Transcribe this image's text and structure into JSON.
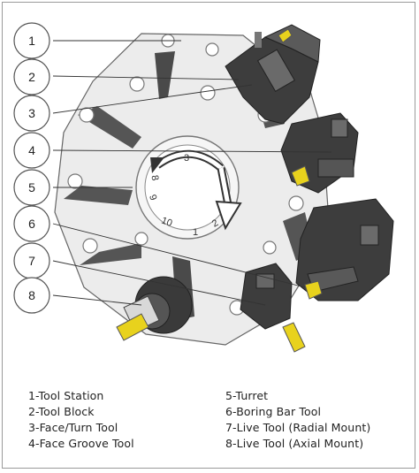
{
  "callouts": [
    {
      "number": "1"
    },
    {
      "number": "2"
    },
    {
      "number": "3"
    },
    {
      "number": "4"
    },
    {
      "number": "5"
    },
    {
      "number": "6"
    },
    {
      "number": "7"
    },
    {
      "number": "8"
    }
  ],
  "turret_numbers": [
    "10",
    "1",
    "2",
    "3",
    "9",
    "8"
  ],
  "legend": [
    "1-Tool Station",
    "2-Tool Block",
    "3-Face/Turn Tool",
    "4-Face Groove Tool",
    "5-Turret",
    "6-Boring Bar Tool",
    "7-Live Tool (Radial Mount)",
    "8-Live Tool (Axial Mount)"
  ],
  "colors": {
    "turret_face": "#eeeeee",
    "tool_dark": "#3d3d3d",
    "tool_insert": "#e8d21d",
    "outline": "#555555"
  }
}
